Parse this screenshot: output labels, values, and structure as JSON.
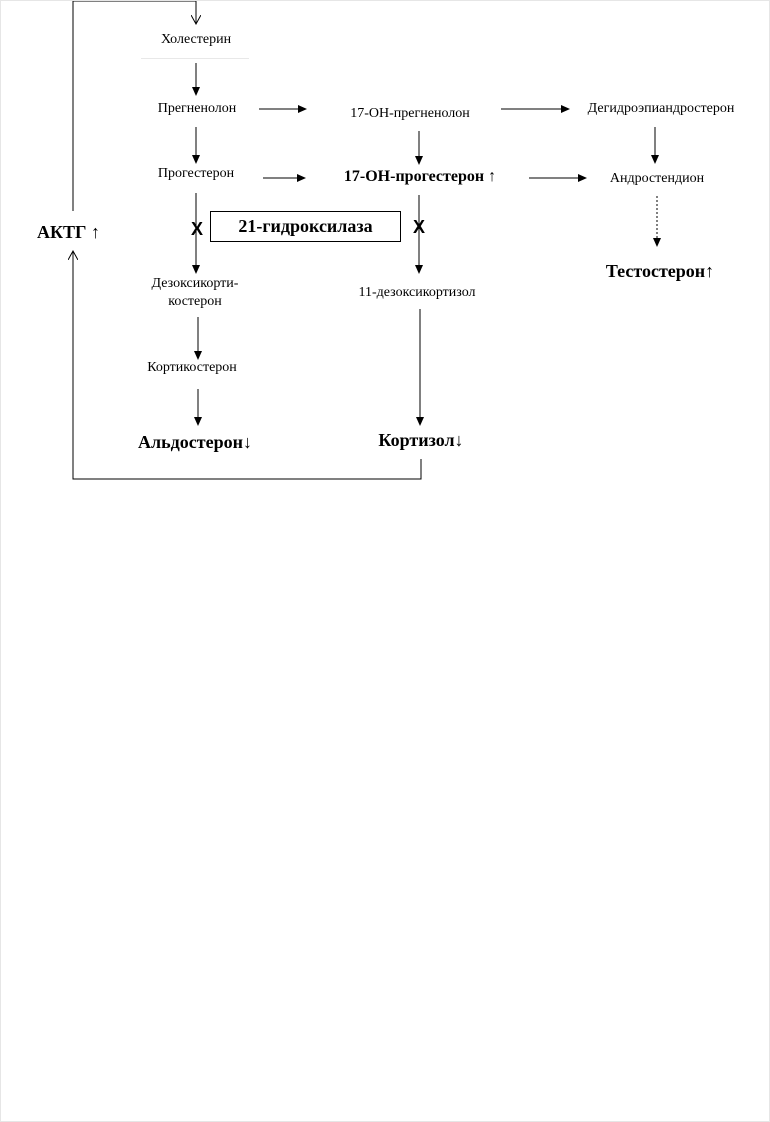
{
  "steroids": {
    "cholesterol": "Холестерин",
    "pregnenolone": "Прегненолон",
    "oh17_pregnenolone": "17-OH-прегненолон",
    "dhea": "Дегидроэпиандростерон",
    "progesterone": "Прогестерон",
    "oh17_progesterone": "17-OH-прогестерон ↑",
    "androstenedione": "Андростендион",
    "testosterone": "Тестостерон↑",
    "deoxycorticosterone": "Дезоксикорти-\nкостерон",
    "deoxycortisol_11": "11-дезоксикортизол",
    "corticosterone": "Кортикостерон",
    "aldosterone": "Альдостерон↓",
    "cortisol": "Кортизол↓"
  },
  "acth": "АКТГ ↑",
  "enzyme": "21-гидроксилаза",
  "block_marks": [
    "X",
    "X"
  ]
}
